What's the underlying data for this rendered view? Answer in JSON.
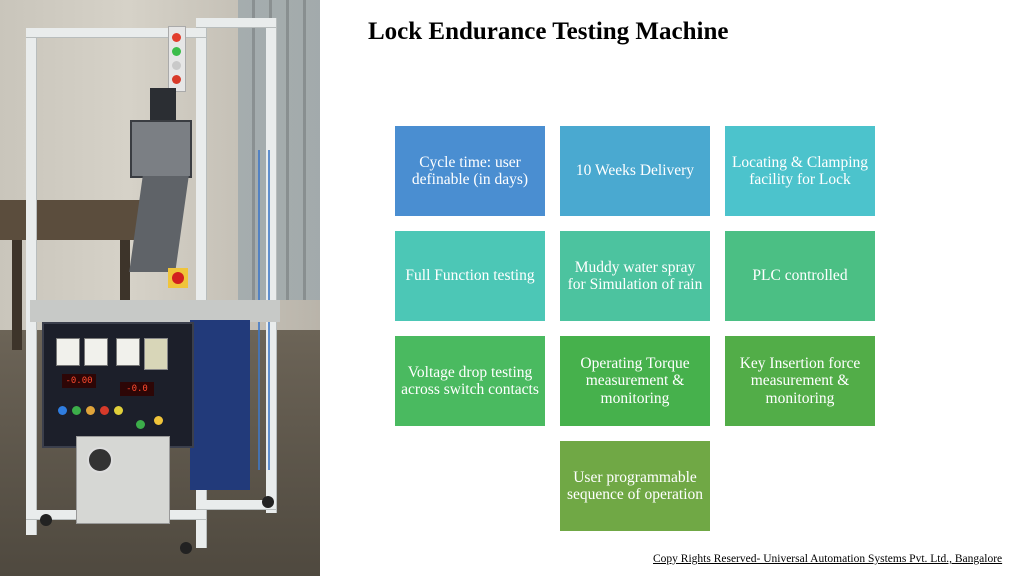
{
  "slide": {
    "title": "Lock Endurance Testing Machine",
    "footer": "Copy Rights Reserved- Universal Automation Systems Pvt. Ltd., Bangalore"
  },
  "features": [
    {
      "text": "Cycle time: user definable (in days)",
      "color": "#4a8ed1"
    },
    {
      "text": "10 Weeks Delivery",
      "color": "#4aa9d0"
    },
    {
      "text": "Locating & Clamping facility for Lock",
      "color": "#4cc3cc"
    },
    {
      "text": "Full Function testing",
      "color": "#4cc7b6"
    },
    {
      "text": "Muddy water spray for Simulation of rain",
      "color": "#4cc39f"
    },
    {
      "text": "PLC controlled",
      "color": "#4bbf84"
    },
    {
      "text": "Voltage drop testing across switch contacts",
      "color": "#4aba60"
    },
    {
      "text": "Operating Torque measurement & monitoring",
      "color": "#46b14c"
    },
    {
      "text": "Key Insertion force measurement & monitoring",
      "color": "#52ad48"
    },
    {
      "text": "User programmable sequence of operation",
      "color": "#70a845"
    }
  ],
  "photo": {
    "subject": "lock-endurance-testing-machine-photo",
    "display_left": "-0.00",
    "display_right": "-0.0"
  }
}
